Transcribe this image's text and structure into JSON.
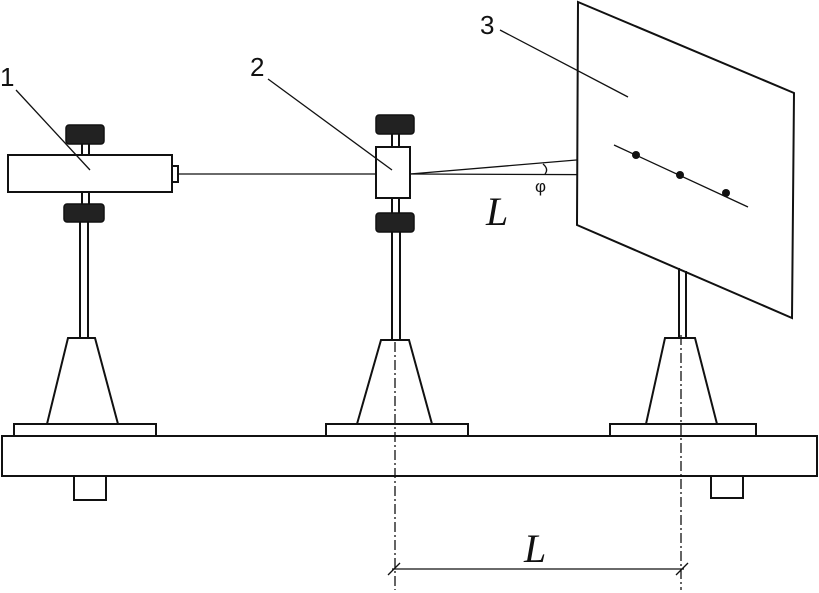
{
  "labels": {
    "laser": "1",
    "grating": "2",
    "screen": "3",
    "distance_symbol": "L",
    "distance_symbol_dim": "L",
    "angle_symbol": "φ"
  }
}
